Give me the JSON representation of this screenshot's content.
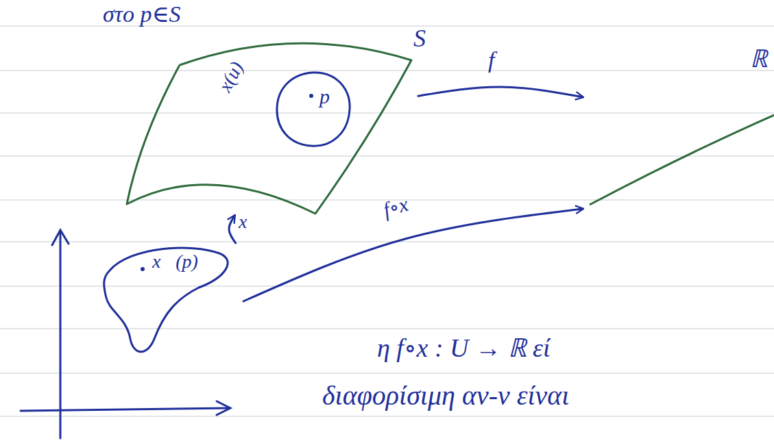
{
  "diagram": {
    "nodes": [
      {
        "text": [
          "S",
          "x(u)"
        ]
      },
      {
        "text": [
          "p"
        ],
        "in": 0
      },
      {
        "text": [
          "ℝ"
        ]
      },
      {
        "text": [
          "x⃗(p)"
        ]
      }
    ],
    "edges": [
      {
        "from": 0,
        "to": 2,
        "arrow": "to",
        "label": "f"
      },
      {
        "from": 3,
        "to": 0,
        "arrow": "to",
        "label": "x"
      },
      {
        "from": 3,
        "to": 2,
        "arrow": "to",
        "label": "f∘x"
      }
    ],
    "labels": [
      "στο p∈S",
      "η f∘x : U → ℝ εί",
      "διαφορίσιμη αν-ν είναι"
    ]
  }
}
